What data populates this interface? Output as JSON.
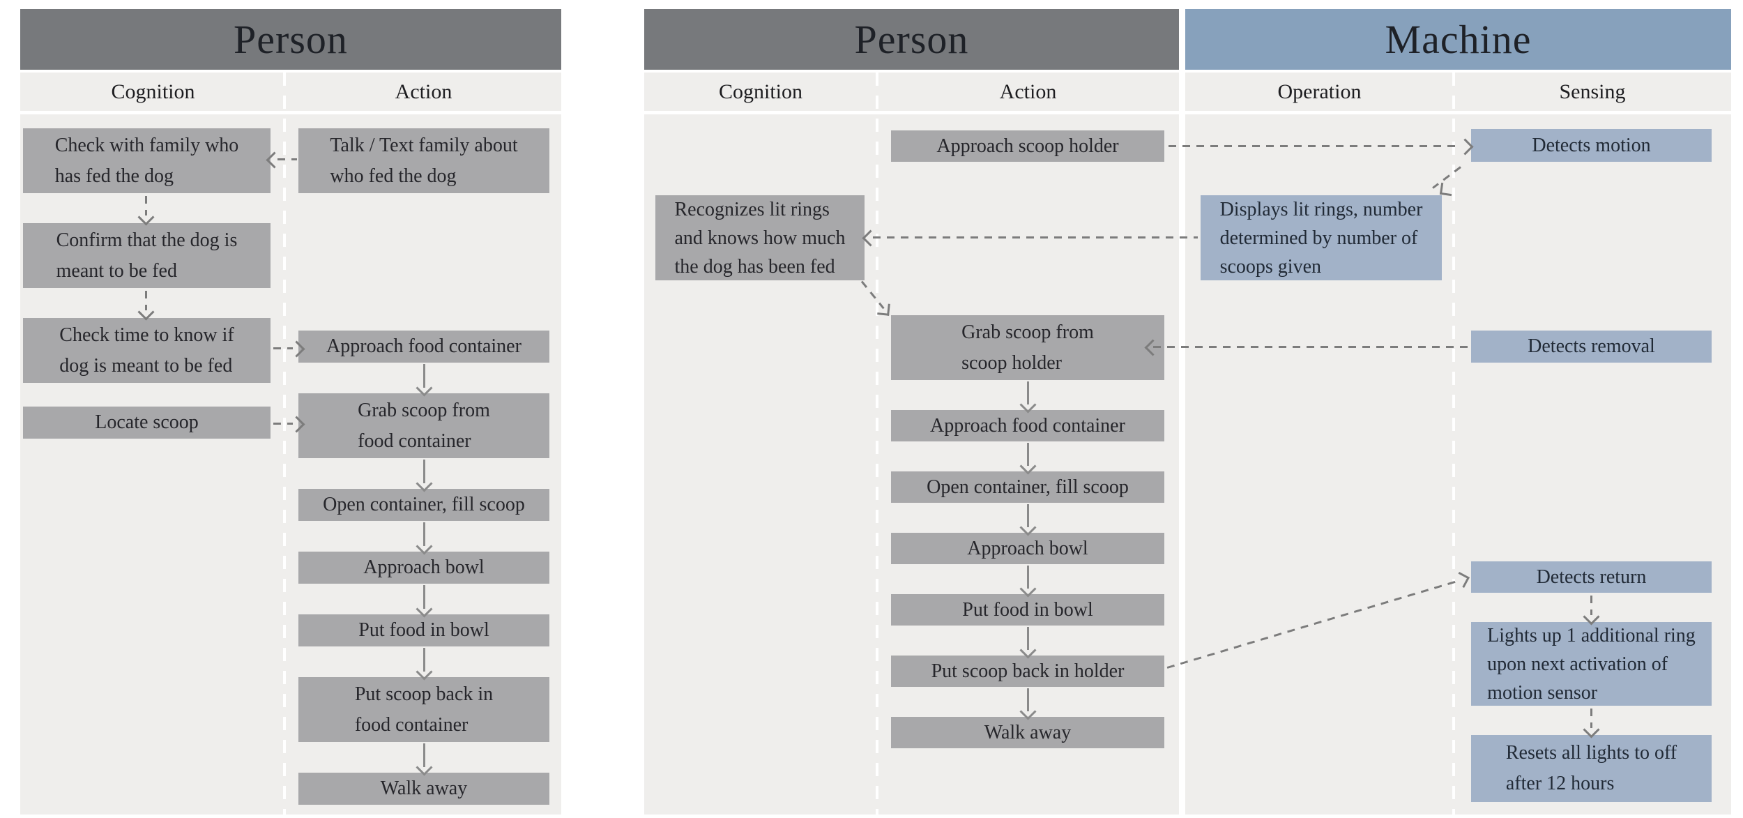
{
  "left": {
    "title": "Person",
    "columns": {
      "c1": "Cognition",
      "c2": "Action"
    },
    "cognition": {
      "check_family": "Check with family who\nhas fed the dog",
      "confirm_fed": "Confirm that the dog is\nmeant to be fed",
      "check_time": "Check time to know if\ndog is meant to be fed",
      "locate_scoop": "Locate scoop"
    },
    "action": {
      "talk_text": "Talk / Text family about\nwho fed the dog",
      "approach_container": "Approach food container",
      "grab_scoop": "Grab scoop from\nfood container",
      "open_fill": "Open container, fill scoop",
      "approach_bowl": "Approach bowl",
      "put_food": "Put food in bowl",
      "put_scoop_back": "Put scoop back in\nfood container",
      "walk_away": "Walk away"
    }
  },
  "right": {
    "person_title": "Person",
    "machine_title": "Machine",
    "columns": {
      "c1": "Cognition",
      "c2": "Action",
      "c3": "Operation",
      "c4": "Sensing"
    },
    "cognition": {
      "recognizes": "Recognizes lit rings\nand knows how much\nthe dog has been fed"
    },
    "action": {
      "approach_holder": "Approach scoop holder",
      "grab_scoop": "Grab scoop from\nscoop holder",
      "approach_container": "Approach food container",
      "open_fill": "Open container, fill scoop",
      "approach_bowl": "Approach bowl",
      "put_food": "Put food in bowl",
      "put_scoop_back": "Put scoop back in holder",
      "walk_away": "Walk away"
    },
    "operation": {
      "displays": "Displays lit rings, number\ndetermined by number of\nscoops given"
    },
    "sensing": {
      "detects_motion": "Detects motion",
      "detects_removal": "Detects removal",
      "detects_return": "Detects return",
      "lights_up": "Lights up 1 additional ring\nupon next activation of\nmotion sensor",
      "resets": "Resets all lights to off\nafter 12 hours"
    }
  },
  "colors": {
    "person_header": "#77797c",
    "machine_header": "#87a1bc",
    "person_box": "#a8a8aa",
    "machine_box": "#a2b2c8",
    "panel_background": "#efeeec",
    "solid_arrow": "#8a8a8a",
    "dashed_arrow": "#7c7c7c",
    "divider": "#ffffff"
  }
}
